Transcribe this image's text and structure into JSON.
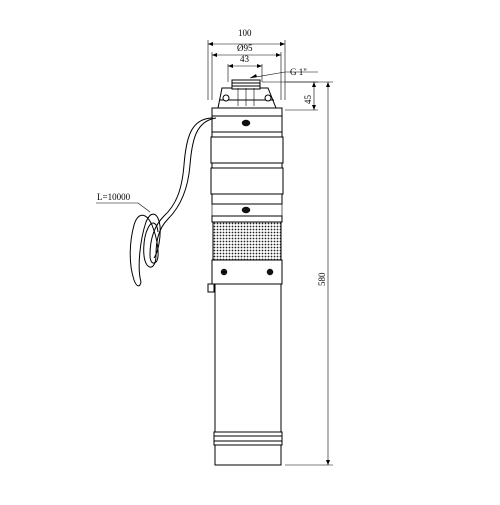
{
  "dimensions": {
    "width_100": "100",
    "diameter_95": "Ø95",
    "width_43": "43",
    "thread": "G 1\"",
    "head_45": "45",
    "length_580": "580",
    "cable": "L=10000"
  }
}
